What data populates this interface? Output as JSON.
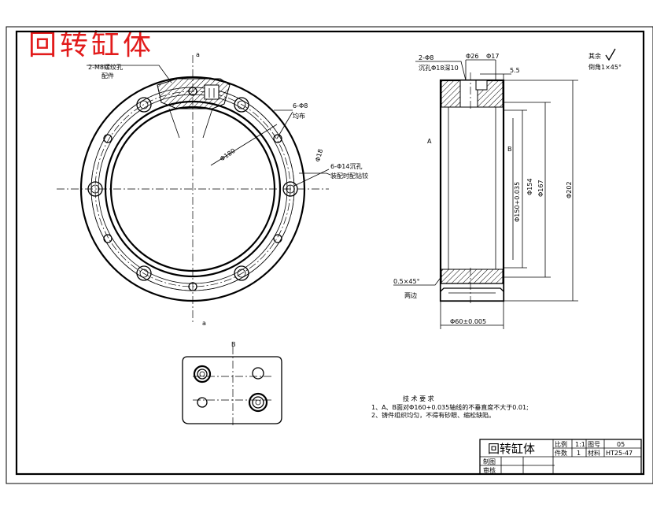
{
  "title_overlay": "回转缸体",
  "front_view": {
    "label_top": "a",
    "label_bottom": "a",
    "note_tapped": "2-M8螺纹孔",
    "note_tapped_sub": "配件",
    "note_holes": "6-Φ8",
    "note_holes_sub": "均布",
    "note_counterbore": "6-Φ14沉孔",
    "note_counterbore_sub": "装配时配钻铰",
    "dim_pcd": "Φ180",
    "dim_dia": "Φ18"
  },
  "section_view": {
    "note_top": "2-Φ8",
    "note_top_sub": "沉孔Φ18深10",
    "dim_26": "Φ26",
    "dim_17": "Φ17",
    "dim_55": "5.5",
    "dim_150": "Φ150+0.035",
    "dim_154": "Φ154",
    "dim_167": "Φ167",
    "dim_202": "Φ202",
    "dim_width": "Φ60±0.005",
    "chamfer": "0.5×45°",
    "chamfer_sub": "两边",
    "datum_a": "A",
    "datum_b": "B",
    "roughness_rest": "其余",
    "chamfer_note": "倒角1×45°"
  },
  "detail_view": {
    "label": "B"
  },
  "technical_requirements": {
    "heading": "技 术 要 求",
    "items": [
      "1、A、B面对Φ160+0.035轴线的不垂直度不大于0.01;",
      "2、铸件组织均匀，不得有砂眼、缩松缺陷。"
    ]
  },
  "title_block": {
    "name": "回转缸体",
    "scale_label": "比例",
    "scale_value": "1:1",
    "count_label": "件数",
    "count_value": "1",
    "drawing_no_label": "图号",
    "drawing_no_value": "05",
    "material_label": "材料",
    "material_value": "HT25-47",
    "drawn_label": "制图",
    "checked_label": "审核"
  }
}
